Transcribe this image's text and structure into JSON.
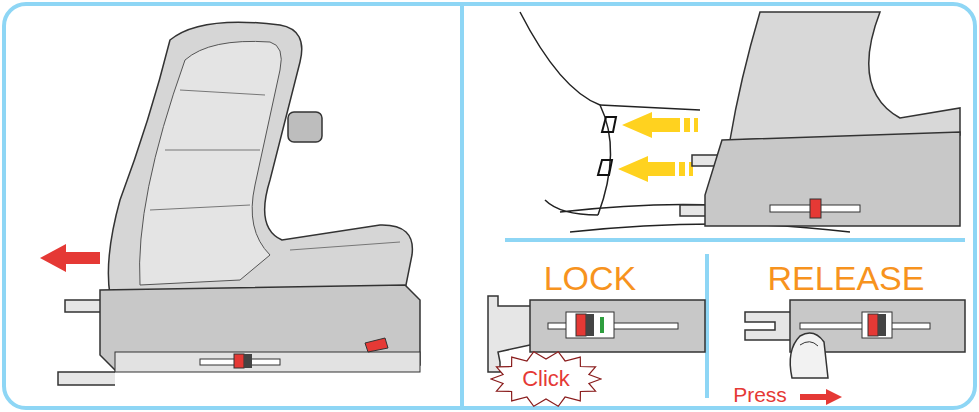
{
  "diagram": {
    "nodes": [
      {
        "text": [
          "Click"
        ]
      }
    ],
    "labels": [
      "LOCK",
      "RELEASE",
      "Press"
    ]
  }
}
